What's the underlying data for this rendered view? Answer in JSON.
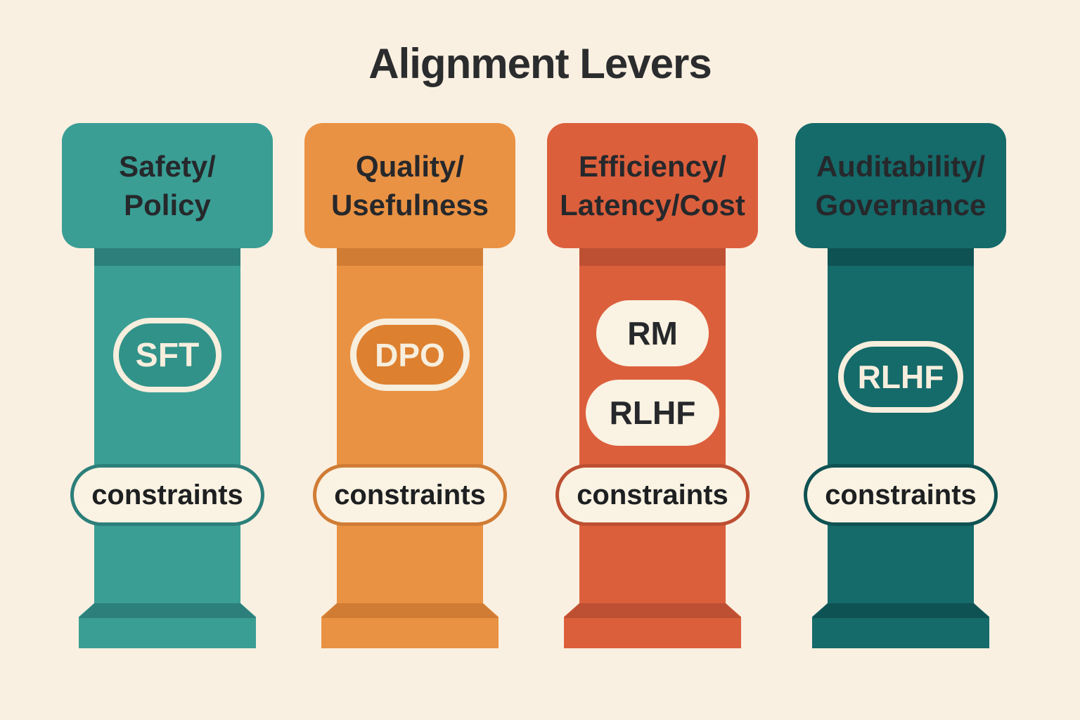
{
  "title": "Alignment Levers",
  "colors": {
    "background": "#faf0e1",
    "heading_text": "#2b2c2e",
    "dark_text": "#26282b",
    "cream": "#faf2e2"
  },
  "pillars": [
    {
      "name": "safety-policy",
      "header_line1": "Safety/",
      "header_line2": "Policy",
      "color": "#3a9e95",
      "shade_color": "#2c7f7a",
      "badge_inner_color": "#319289",
      "badges": [
        {
          "label": "SFT",
          "style": "outlined"
        }
      ],
      "constraints_label": "constraints"
    },
    {
      "name": "quality-usefulness",
      "header_line1": "Quality/",
      "header_line2": "Usefulness",
      "color": "#ea9243",
      "shade_color": "#d07c35",
      "badge_inner_color": "#dd8030",
      "badges": [
        {
          "label": "DPO",
          "style": "outlined"
        }
      ],
      "constraints_label": "constraints"
    },
    {
      "name": "efficiency-latency-cost",
      "header_line1": "Efficiency/",
      "header_line2": "Latency/Cost",
      "color": "#dc5f3c",
      "shade_color": "#bd4f32",
      "badge_inner_color": "#dc5f3c",
      "badges": [
        {
          "label": "RM",
          "style": "solid"
        },
        {
          "label": "RLHF",
          "style": "solid"
        }
      ],
      "constraints_label": "constraints"
    },
    {
      "name": "auditability-governance",
      "header_line1": "Auditability/",
      "header_line2": "Governance",
      "color": "#156a6a",
      "shade_color": "#0f5253",
      "badge_inner_color": "#156a6a",
      "badges": [
        {
          "label": "RLHF",
          "style": "outlined"
        }
      ],
      "constraints_label": "constraints"
    }
  ]
}
